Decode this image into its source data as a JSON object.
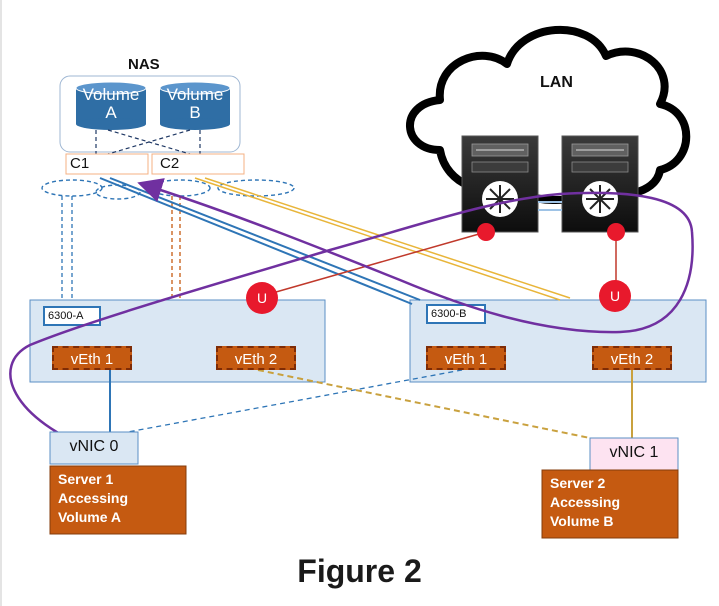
{
  "nas": {
    "title": "NAS",
    "volume_a": {
      "name": "Volume",
      "letter": "A"
    },
    "volume_b": {
      "name": "Volume",
      "letter": "B"
    },
    "controller_1": "C1",
    "controller_2": "C2"
  },
  "lan": {
    "title": "LAN"
  },
  "fabric_a": {
    "label": "6300-A",
    "veth1": "vEth 1",
    "veth2": "vEth 2"
  },
  "fabric_b": {
    "label": "6300-B",
    "veth1": "vEth 1",
    "veth2": "vEth 2"
  },
  "uplink_marker": "U",
  "server1": {
    "vnic": "vNIC 0",
    "lines": [
      "Server 1",
      "Accessing",
      "Volume A"
    ]
  },
  "server2": {
    "vnic": "vNIC 1",
    "lines": [
      "Server 2",
      "Accessing",
      "Volume B"
    ]
  },
  "figure_caption": "Figure 2",
  "colors": {
    "fabric_fill": "#dae7f3",
    "fabric_border": "#5b8fc4",
    "veth_fill": "#c55a11",
    "server_fill": "#c55a11",
    "volume_fill": "#2f6ea5",
    "purple_path": "#7030a0",
    "uplink_red": "#e8192c",
    "link_blue": "#2e75b6",
    "link_orange": "#c55a11",
    "link_yellow": "#e8b53a",
    "link_tan": "#c9a13e"
  }
}
